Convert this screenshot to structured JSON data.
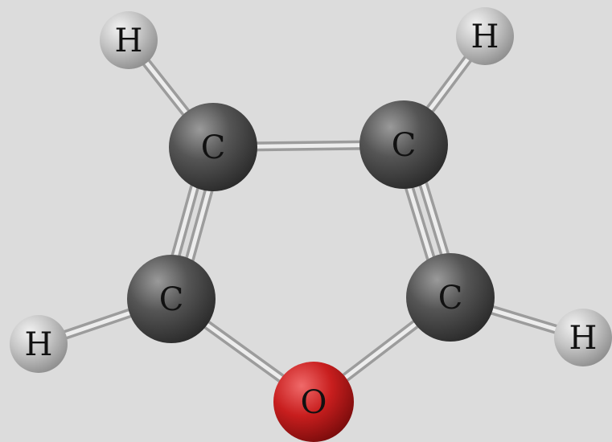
{
  "molecule": {
    "atoms": [
      {
        "id": "h1",
        "symbol": "H",
        "label": "H"
      },
      {
        "id": "h2",
        "symbol": "H",
        "label": "H"
      },
      {
        "id": "c1",
        "symbol": "C",
        "label": "C"
      },
      {
        "id": "c2",
        "symbol": "C",
        "label": "C"
      },
      {
        "id": "c3",
        "symbol": "C",
        "label": "C"
      },
      {
        "id": "c4",
        "symbol": "C",
        "label": "C"
      },
      {
        "id": "h3",
        "symbol": "H",
        "label": "H"
      },
      {
        "id": "h4",
        "symbol": "H",
        "label": "H"
      },
      {
        "id": "o1",
        "symbol": "O",
        "label": "O"
      }
    ],
    "bonds": [
      {
        "from": "h1",
        "to": "c1",
        "order": 1
      },
      {
        "from": "h2",
        "to": "c2",
        "order": 1
      },
      {
        "from": "c1",
        "to": "c2",
        "order": 1
      },
      {
        "from": "c1",
        "to": "c3",
        "order": 2
      },
      {
        "from": "c2",
        "to": "c4",
        "order": 2
      },
      {
        "from": "h3",
        "to": "c3",
        "order": 1
      },
      {
        "from": "h4",
        "to": "c4",
        "order": 1
      },
      {
        "from": "c3",
        "to": "o1",
        "order": 1
      },
      {
        "from": "c4",
        "to": "o1",
        "order": 1
      }
    ],
    "colors": {
      "background": "#dcdcdc",
      "carbon": "#4a4a4a",
      "hydrogen": "#bdbdbd",
      "oxygen": "#c62020",
      "bond": "#cfcfcf"
    }
  }
}
